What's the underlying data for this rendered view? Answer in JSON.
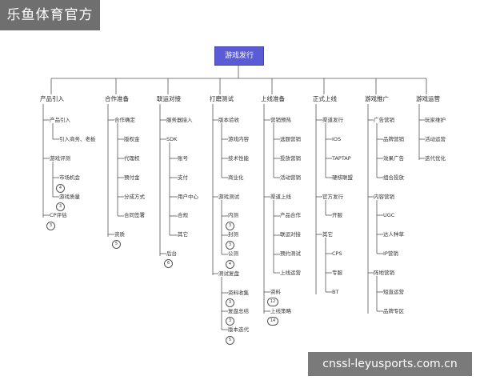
{
  "banner": "乐鱼体育官方",
  "footer": "cnssl-leyusports.com.cn",
  "root": "游戏发行",
  "branches": [
    {
      "title": "产品引入",
      "items": [
        "产品引入",
        "引入商务、老板",
        "游戏评测",
        "市场机会",
        "游戏质量",
        "CP评估"
      ],
      "badges": [
        "4",
        "3",
        "3"
      ]
    },
    {
      "title": "合作准备",
      "items": [
        "合作确定",
        "版权金",
        "代理权",
        "预付金",
        "分成方式",
        "合同签署",
        "资质"
      ],
      "badges": [
        "5"
      ]
    },
    {
      "title": "联运对接",
      "items": [
        "服务器接入",
        "SDK",
        "账号",
        "支付",
        "用户中心",
        "合规",
        "其它",
        "后台"
      ],
      "badges": [
        "6"
      ]
    },
    {
      "title": "打磨测试",
      "items": [
        "版本验收",
        "游戏内容",
        "技术性能",
        "商业化",
        "游戏测试",
        "内测",
        "封测",
        "公测",
        "测试复盘",
        "资料收集",
        "复盘总结",
        "版本迭代"
      ],
      "badges": [
        "3",
        "3",
        "4",
        "3",
        "3",
        "5"
      ]
    },
    {
      "title": "上线准备",
      "items": [
        "营销预热",
        "选题营销",
        "投放营销",
        "活动营销",
        "渠道上线",
        "产品合作",
        "联运对接",
        "预约测试",
        "上线运营",
        "资料",
        "上线策略"
      ],
      "badges": [
        "12",
        "14"
      ]
    },
    {
      "title": "正式上线",
      "items": [
        "渠道发行",
        "IOS",
        "TAPTAP",
        "硬核联盟",
        "官方发行",
        "开服",
        "其它",
        "CPS",
        "专服",
        "BT"
      ],
      "badges": []
    },
    {
      "title": "游戏推广",
      "items": [
        "广告营销",
        "品牌营销",
        "效果广告",
        "组合投放",
        "内容营销",
        "UGC",
        "达人种草",
        "IP营销",
        "阵地营销",
        "短直运营",
        "品牌专区"
      ],
      "badges": []
    },
    {
      "title": "游戏运营",
      "items": [
        "玩家维护",
        "活动运营",
        "迭代优化"
      ],
      "badges": []
    }
  ]
}
